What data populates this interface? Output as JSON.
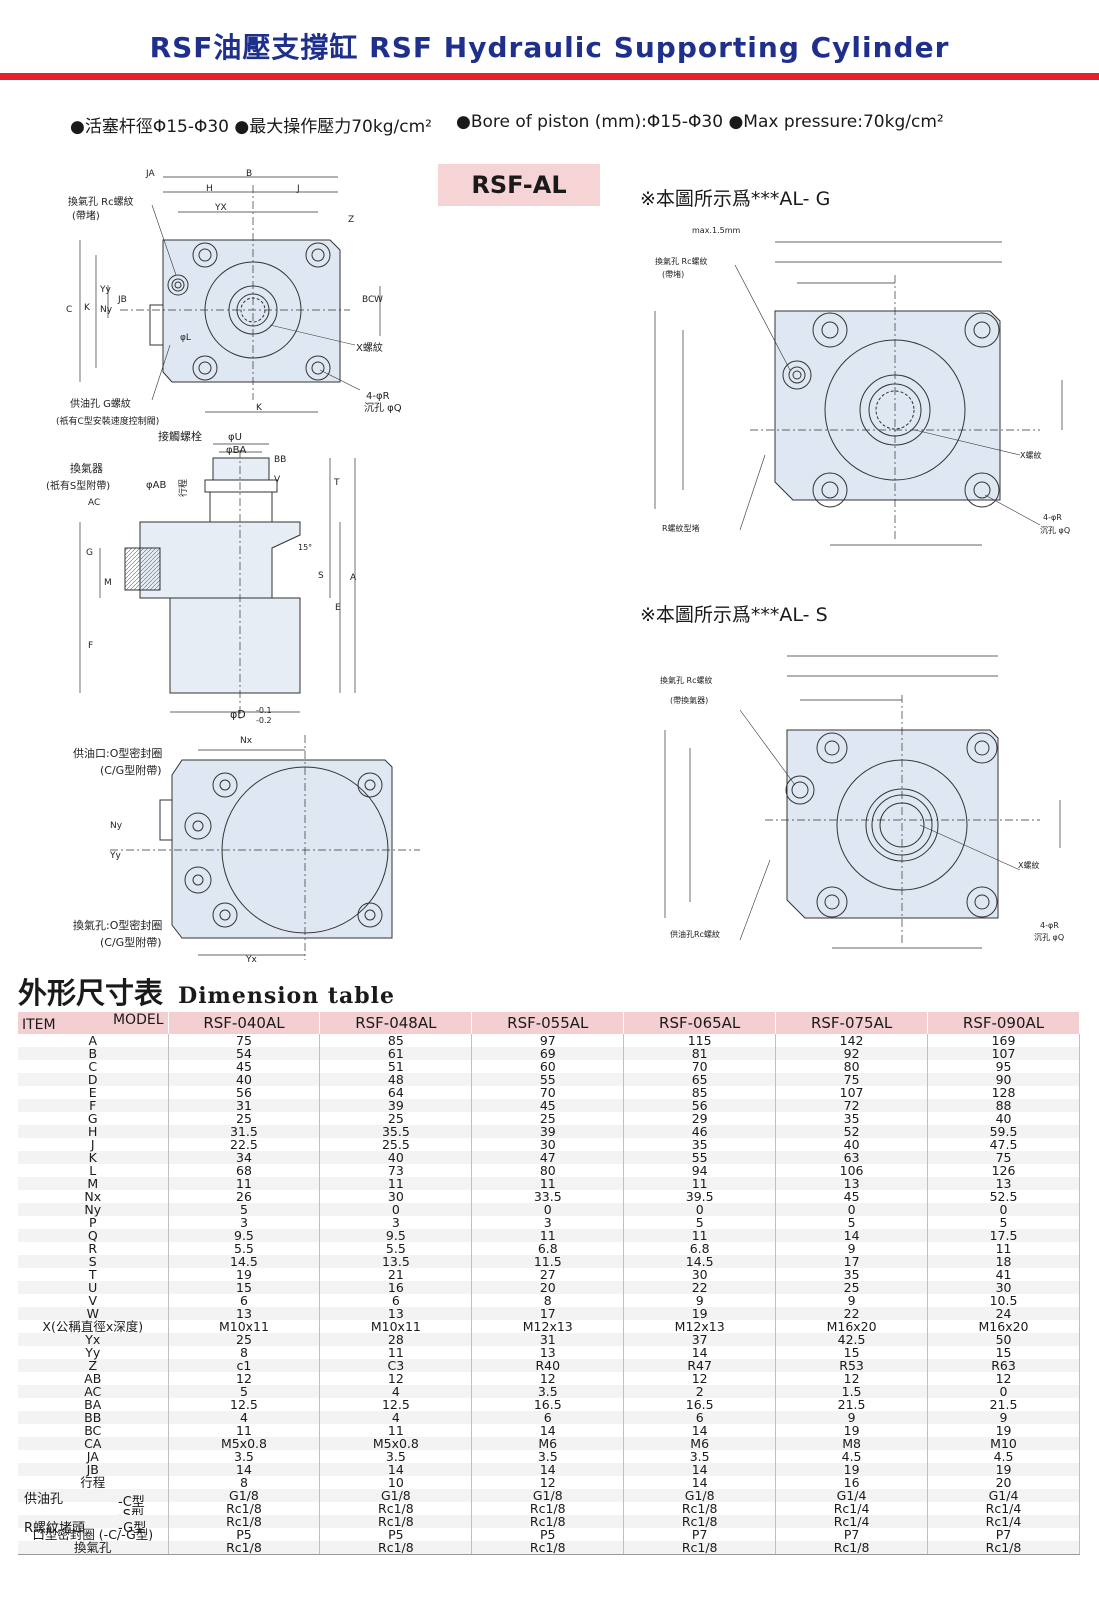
{
  "page": {
    "title": "RSF油壓支撐缸 RSF Hydraulic Supporting Cylinder",
    "spec_zh": "●活塞杆徑Φ15-Φ30 ●最大操作壓力70kg/cm²",
    "spec_en": "●Bore of piston  (mm):Φ15-Φ30  ●Max pressure:70kg/cm²",
    "model_badge": "RSF-AL",
    "caption_g": "※本圖所示爲***AL- G",
    "caption_s": "※本圖所示爲***AL- S"
  },
  "drawing_labels": {
    "vent_hole_rc": "換氣孔 Rc螺紋",
    "with_plug": "(帶堵)",
    "with_breather": "(帶換氣器)",
    "oil_supply_g": "供油孔 G螺紋",
    "c_type_note": "(祇有C型安裝速度控制閥)",
    "x_thread": "X螺紋",
    "holes_4r": "4-φR",
    "counterbore_q": "沉孔 φQ",
    "joint_bolt": "接觸螺栓",
    "breather": "換氣器",
    "s_type_note": "(祇有S型附帶)",
    "stroke": "行程",
    "oil_port_oring": "供油口:O型密封圈",
    "cg_included": "(C/G型附帶)",
    "vent_oring": "換氣孔:O型密封圈",
    "r_thread_plug": "R螺紋型堵",
    "oil_rc_thread": "供油孔Rc螺紋",
    "phi_d": "φD",
    "tol_upper": "-0.1",
    "tol_lower": "-0.2",
    "phi_u": "φU",
    "phi_ba": "φBA",
    "phi_ab": "φAB",
    "phi_l": "φL",
    "max_gap": "max.1.5mm",
    "angle": "15°",
    "dims": [
      "JA",
      "B",
      "H",
      "J",
      "YX",
      "Z",
      "C",
      "K",
      "Yy",
      "Ny",
      "JB",
      "BC",
      "W",
      "K",
      "BB",
      "V",
      "T",
      "AC",
      "G",
      "M",
      "S",
      "A",
      "E",
      "F",
      "Nx",
      "Ny",
      "Yy",
      "Yx"
    ]
  },
  "dimension_table": {
    "heading_zh": "外形尺寸表",
    "heading_en": "Dimension table",
    "item_label": "ITEM",
    "model_label": "MODEL",
    "models": [
      "RSF-040AL",
      "RSF-048AL",
      "RSF-055AL",
      "RSF-065AL",
      "RSF-075AL",
      "RSF-090AL"
    ],
    "rows": [
      {
        "item": "A",
        "v": [
          "75",
          "85",
          "97",
          "115",
          "142",
          "169"
        ]
      },
      {
        "item": "B",
        "v": [
          "54",
          "61",
          "69",
          "81",
          "92",
          "107"
        ]
      },
      {
        "item": "C",
        "v": [
          "45",
          "51",
          "60",
          "70",
          "80",
          "95"
        ]
      },
      {
        "item": "D",
        "v": [
          "40",
          "48",
          "55",
          "65",
          "75",
          "90"
        ]
      },
      {
        "item": "E",
        "v": [
          "56",
          "64",
          "70",
          "85",
          "107",
          "128"
        ]
      },
      {
        "item": "F",
        "v": [
          "31",
          "39",
          "45",
          "56",
          "72",
          "88"
        ]
      },
      {
        "item": "G",
        "v": [
          "25",
          "25",
          "25",
          "29",
          "35",
          "40"
        ]
      },
      {
        "item": "H",
        "v": [
          "31.5",
          "35.5",
          "39",
          "46",
          "52",
          "59.5"
        ]
      },
      {
        "item": "J",
        "v": [
          "22.5",
          "25.5",
          "30",
          "35",
          "40",
          "47.5"
        ]
      },
      {
        "item": "K",
        "v": [
          "34",
          "40",
          "47",
          "55",
          "63",
          "75"
        ]
      },
      {
        "item": "L",
        "v": [
          "68",
          "73",
          "80",
          "94",
          "106",
          "126"
        ]
      },
      {
        "item": "M",
        "v": [
          "11",
          "11",
          "11",
          "11",
          "13",
          "13"
        ]
      },
      {
        "item": "Nx",
        "v": [
          "26",
          "30",
          "33.5",
          "39.5",
          "45",
          "52.5"
        ]
      },
      {
        "item": "Ny",
        "v": [
          "5",
          "0",
          "0",
          "0",
          "0",
          "0"
        ]
      },
      {
        "item": "P",
        "v": [
          "3",
          "3",
          "3",
          "5",
          "5",
          "5"
        ]
      },
      {
        "item": "Q",
        "v": [
          "9.5",
          "9.5",
          "11",
          "11",
          "14",
          "17.5"
        ]
      },
      {
        "item": "R",
        "v": [
          "5.5",
          "5.5",
          "6.8",
          "6.8",
          "9",
          "11"
        ]
      },
      {
        "item": "S",
        "v": [
          "14.5",
          "13.5",
          "11.5",
          "14.5",
          "17",
          "18"
        ]
      },
      {
        "item": "T",
        "v": [
          "19",
          "21",
          "27",
          "30",
          "35",
          "41"
        ]
      },
      {
        "item": "U",
        "v": [
          "15",
          "16",
          "20",
          "22",
          "25",
          "30"
        ]
      },
      {
        "item": "V",
        "v": [
          "6",
          "6",
          "8",
          "9",
          "9",
          "10.5"
        ]
      },
      {
        "item": "W",
        "v": [
          "13",
          "13",
          "17",
          "19",
          "22",
          "24"
        ]
      },
      {
        "item": "X(公稱直徑x深度)",
        "v": [
          "M10x11",
          "M10x11",
          "M12x13",
          "M12x13",
          "M16x20",
          "M16x20"
        ]
      },
      {
        "item": "Yx",
        "v": [
          "25",
          "28",
          "31",
          "37",
          "42.5",
          "50"
        ]
      },
      {
        "item": "Yy",
        "v": [
          "8",
          "11",
          "13",
          "14",
          "15",
          "15"
        ]
      },
      {
        "item": "Z",
        "v": [
          "c1",
          "C3",
          "R40",
          "R47",
          "R53",
          "R63"
        ]
      },
      {
        "item": "AB",
        "v": [
          "12",
          "12",
          "12",
          "12",
          "12",
          "12"
        ]
      },
      {
        "item": "AC",
        "v": [
          "5",
          "4",
          "3.5",
          "2",
          "1.5",
          "0"
        ]
      },
      {
        "item": "BA",
        "v": [
          "12.5",
          "12.5",
          "16.5",
          "16.5",
          "21.5",
          "21.5"
        ]
      },
      {
        "item": "BB",
        "v": [
          "4",
          "4",
          "6",
          "6",
          "9",
          "9"
        ]
      },
      {
        "item": "BC",
        "v": [
          "11",
          "11",
          "14",
          "14",
          "19",
          "19"
        ]
      },
      {
        "item": "CA",
        "v": [
          "M5x0.8",
          "M5x0.8",
          "M6",
          "M6",
          "M8",
          "M10"
        ]
      },
      {
        "item": "JA",
        "v": [
          "3.5",
          "3.5",
          "3.5",
          "3.5",
          "4.5",
          "4.5"
        ]
      },
      {
        "item": "JB",
        "v": [
          "14",
          "14",
          "14",
          "14",
          "19",
          "19"
        ]
      },
      {
        "item": "行程",
        "v": [
          "8",
          "10",
          "12",
          "14",
          "16",
          "20"
        ]
      }
    ],
    "oil_group_label": "供油孔",
    "plug_group_label": "R螺紋堵頭",
    "oring_label": "口型密封圈 (-C/-G型)",
    "vent_label": "換氣孔",
    "c_type": "-C型",
    "s_type": "-S型",
    "g_type": "-G型",
    "oil_c": [
      "G1/8",
      "G1/8",
      "G1/8",
      "G1/8",
      "G1/4",
      "G1/4"
    ],
    "oil_s": [
      "Rc1/8",
      "Rc1/8",
      "Rc1/8",
      "Rc1/8",
      "Rc1/4",
      "Rc1/4"
    ],
    "oil_g": [
      "Rc1/8",
      "Rc1/8",
      "Rc1/8",
      "Rc1/8",
      "Rc1/4",
      "Rc1/4"
    ],
    "oring": [
      "P5",
      "P5",
      "P5",
      "P7",
      "P7",
      "P7"
    ],
    "vent": [
      "Rc1/8",
      "Rc1/8",
      "Rc1/8",
      "Rc1/8",
      "Rc1/8",
      "Rc1/8"
    ]
  }
}
